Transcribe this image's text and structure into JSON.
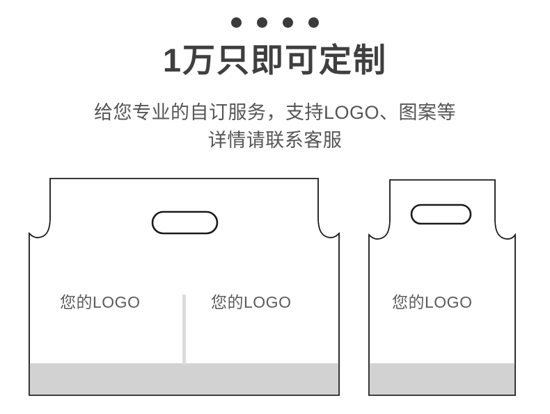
{
  "header": {
    "dots": [
      "dot-1",
      "dot-2",
      "dot-3",
      "dot-4"
    ],
    "headline": "1万只即可定制",
    "subtitle_line_1": "给您专业的自订服务，支持LOGO、图案等",
    "subtitle_line_2": "详情请联系客服"
  },
  "colors": {
    "headline": "#3f3f3f",
    "subtitle": "#555555",
    "dot": "#3b3b3b",
    "bag_outline": "#1a1a1a",
    "bag_body": "#ffffff",
    "bag_bottom_band": "#d2d2d2",
    "divider": "#dcdcdc",
    "logo_text": "#5b5b5b"
  },
  "bags": [
    {
      "id": "bag-wide",
      "name": "wide-handle-bag",
      "panels": [
        {
          "id": "panel-left",
          "logo_text": "您的LOGO"
        },
        {
          "id": "panel-right",
          "logo_text": "您的LOGO"
        }
      ],
      "handle_slot": "handle-slot",
      "has_center_divider": true
    },
    {
      "id": "bag-narrow",
      "name": "narrow-handle-bag",
      "panels": [
        {
          "id": "panel-single",
          "logo_text": "您的LOGO"
        }
      ],
      "handle_slot": "handle-slot",
      "has_center_divider": false
    }
  ]
}
